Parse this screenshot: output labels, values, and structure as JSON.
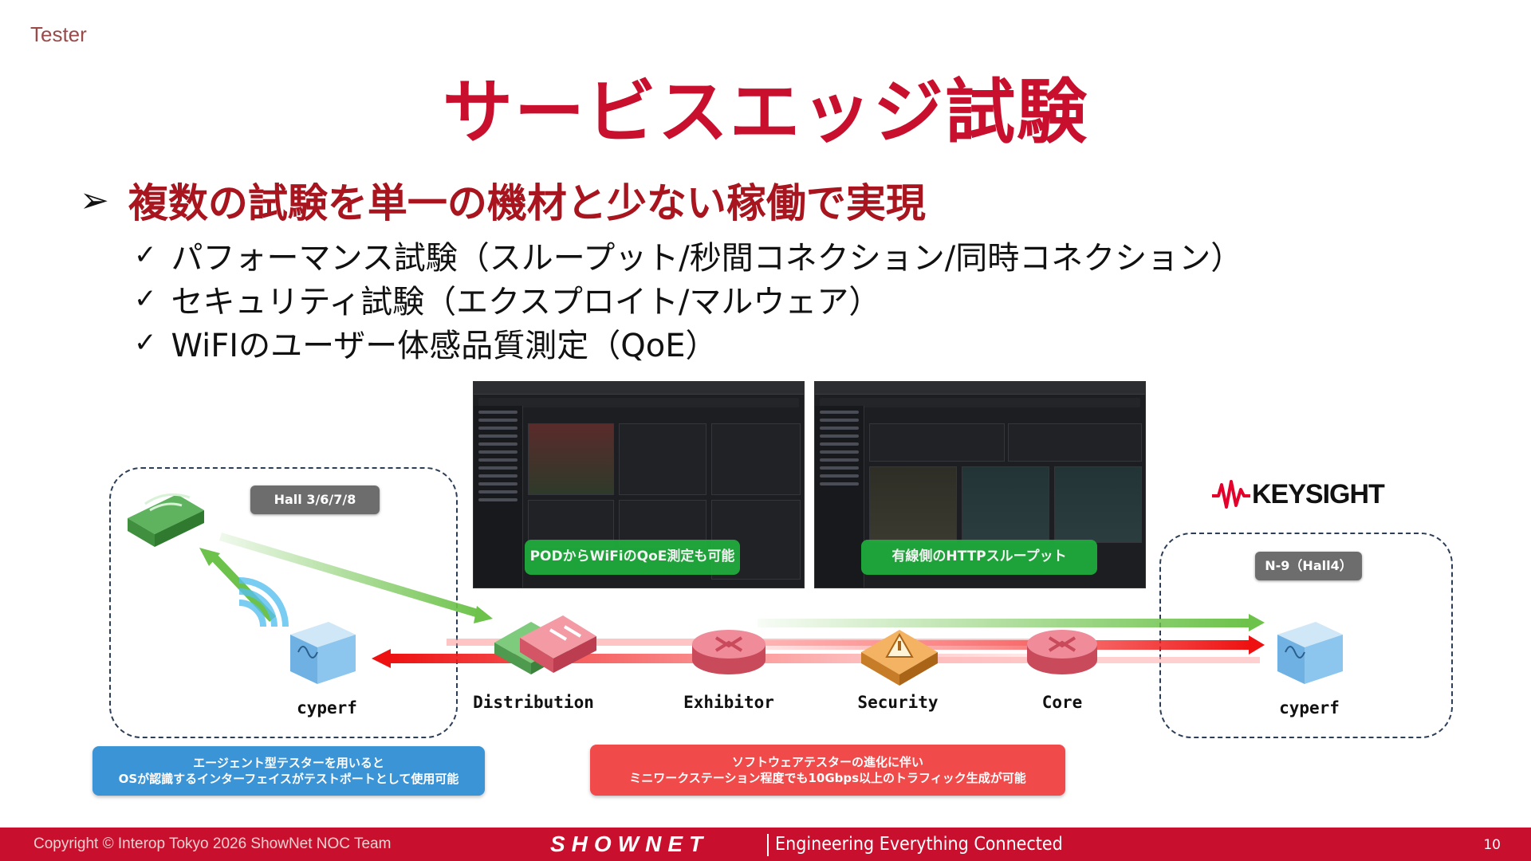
{
  "header": {
    "section": "Tester",
    "title": "サービスエッジ試験"
  },
  "lead": {
    "arrow": "➢",
    "text": "複数の試験を単一の機材と少ない稼働で実現"
  },
  "bullets": [
    "パフォーマンス試験（スループット/秒間コネクション/同時コネクション）",
    "セキュリティ試験（エクスプロイト/マルウェア）",
    "WiFIのユーザー体感品質測定（QoE）"
  ],
  "screenshots": [
    {
      "caption": "PODからWiFiのQoE測定も可能"
    },
    {
      "caption": "有線側のHTTPスループット"
    }
  ],
  "groups": {
    "left": {
      "tag": "Hall 3/6/7/8"
    },
    "right": {
      "tag": "N-9（Hall4）"
    }
  },
  "nodes": {
    "cyperf_left": "cyperf",
    "distribution": "Distribution",
    "exhibitor": "Exhibitor",
    "security": "Security",
    "core": "Core",
    "cyperf_right": "cyperf"
  },
  "logo": {
    "keysight": "KEYSIGHT"
  },
  "notes": {
    "blue": [
      "エージェント型テスターを用いると",
      "OSが認識するインターフェイスがテストポートとして使用可能"
    ],
    "red": [
      "ソフトウェアテスターの進化に伴い",
      "ミニワークステーション程度でも10Gbps以上のトラフィック生成が可能"
    ]
  },
  "colors": {
    "brand_red": "#c8102e",
    "green_arrow": "#6cc24a",
    "red_arrow": "#ee1111",
    "note_blue": "#3a94d6",
    "note_red": "#f04a4a"
  },
  "footer": {
    "copyright": "Copyright © Interop Tokyo 2026 ShowNet NOC Team",
    "brand": "SHOWNET",
    "tagline": "Engineering Everything Connected",
    "page": "10"
  }
}
